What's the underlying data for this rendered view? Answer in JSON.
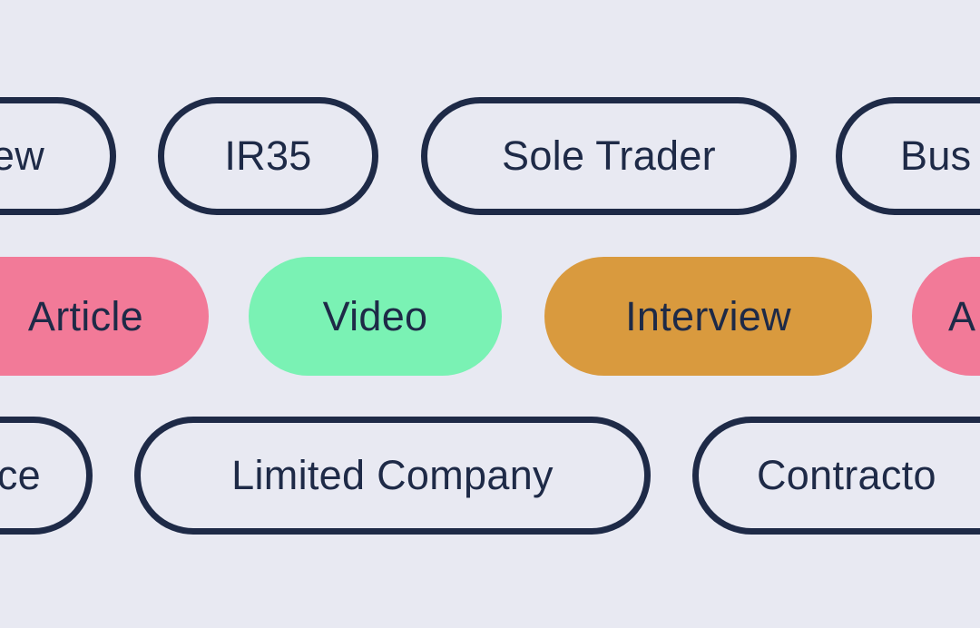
{
  "colors": {
    "background": "#e8e9f2",
    "text": "#1e2a47",
    "pink": "#f27a98",
    "green": "#7af2b4",
    "orange": "#d99a3e"
  },
  "rows": [
    {
      "tags": [
        "ew",
        "IR35",
        "Sole Trader",
        "Bus"
      ]
    },
    {
      "tags": [
        "Article",
        "Video",
        "Interview",
        "A"
      ]
    },
    {
      "tags": [
        "ce",
        "Limited Company",
        "Contracto"
      ]
    }
  ]
}
